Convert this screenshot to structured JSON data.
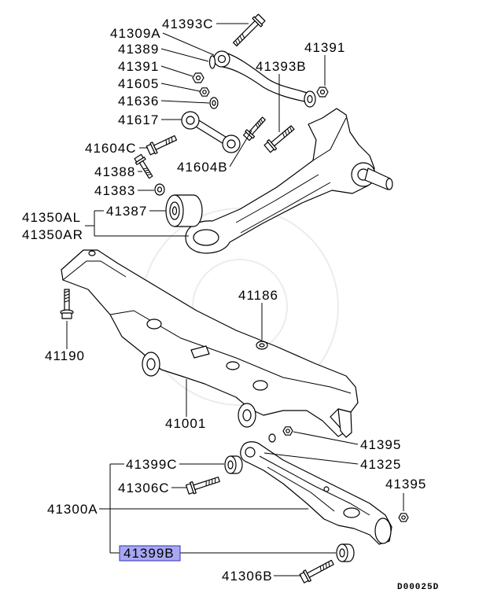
{
  "diagram": {
    "code": "D00025D",
    "highlight_fill": "#a8a8f2",
    "highlight_border": "#2f2fbf",
    "line_color": "#000000"
  },
  "upper_assembly": {
    "callouts": [
      {
        "part": "41393C"
      },
      {
        "part": "41309A"
      },
      {
        "part": "41389"
      },
      {
        "part": "41391"
      },
      {
        "part": "41605"
      },
      {
        "part": "41636"
      },
      {
        "part": "41617"
      },
      {
        "part": "41604C"
      },
      {
        "part": "41388"
      },
      {
        "part": "41383"
      },
      {
        "part": "41387"
      },
      {
        "part": "41391"
      },
      {
        "part": "41393B"
      },
      {
        "part": "41604B"
      }
    ],
    "assembly_left": "41350AL",
    "assembly_right": "41350AR"
  },
  "crossmember": {
    "callouts": [
      {
        "part": "41186"
      },
      {
        "part": "41190"
      },
      {
        "part": "41001"
      }
    ]
  },
  "lower_arm": {
    "callouts": [
      {
        "part": "41395"
      },
      {
        "part": "41325"
      },
      {
        "part": "41399C"
      },
      {
        "part": "41306C"
      },
      {
        "part": "41395"
      },
      {
        "part": "41300A"
      },
      {
        "part": "41399B",
        "highlighted": true
      },
      {
        "part": "41306B"
      }
    ]
  }
}
